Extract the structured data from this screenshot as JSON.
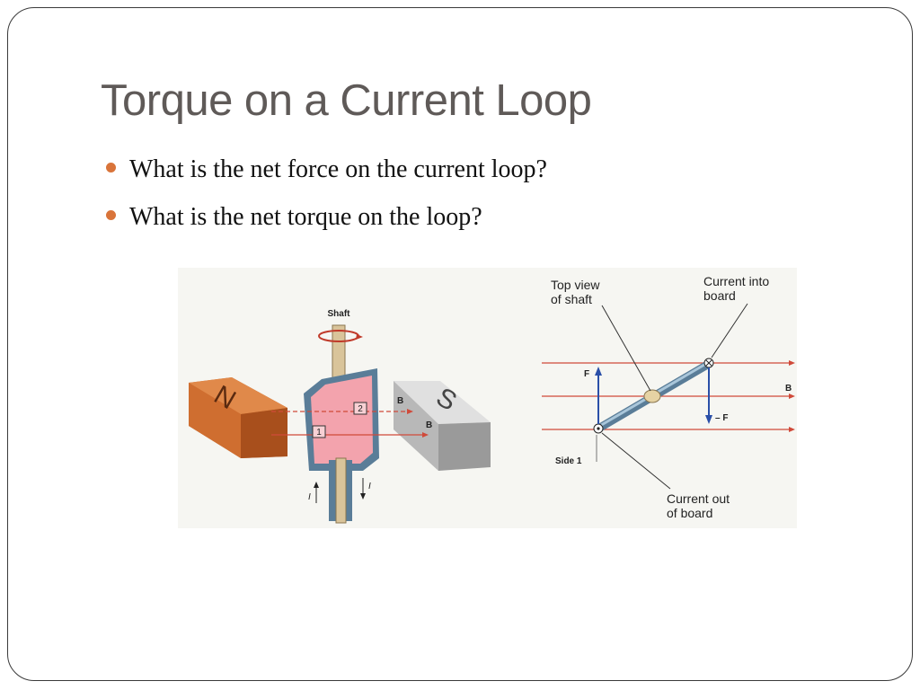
{
  "slide": {
    "title": "Torque on a Current Loop",
    "bullets": [
      "What is the net force on the current loop?",
      "What is the net torque on the loop?"
    ]
  },
  "figure": {
    "left_panel": {
      "shaft_label": "Shaft",
      "north_pole": "N",
      "south_pole": "S",
      "field_label": "B",
      "side_1": "1",
      "side_2": "2",
      "current_label": "I"
    },
    "right_panel": {
      "top_view_label": [
        "Top view",
        "of shaft"
      ],
      "current_into_label": [
        "Current into",
        "board"
      ],
      "current_out_label": [
        "Current out",
        "of board"
      ],
      "force_label": "F",
      "neg_force_label": "– F",
      "field_label": "B",
      "side_label": "Side 1"
    }
  },
  "colors": {
    "title": "#5f5a58",
    "bullet_dot": "#d9743a",
    "field_lines": "#d04a3a",
    "force_arrows": "#2a4fa8",
    "loop_fill": "#f3a3ad"
  }
}
